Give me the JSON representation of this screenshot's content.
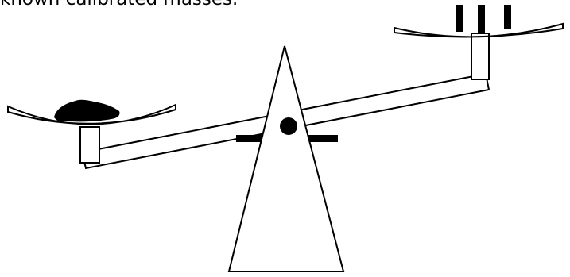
{
  "caption": "known calibrated masses.",
  "colors": {
    "ink": "#000000",
    "background": "#ffffff"
  },
  "icons": [
    "balance-scale",
    "unknown-mass-rock",
    "calibrated-mass-weights"
  ]
}
